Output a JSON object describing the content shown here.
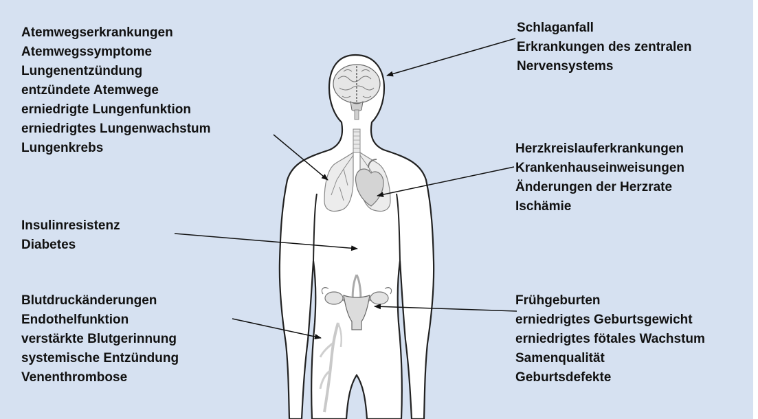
{
  "colors": {
    "background": "#d6e1f1",
    "body_fill": "#ffffff",
    "outline": "#222222",
    "organ_fill": "#e9e9e9",
    "organ_line": "#8a8a8a",
    "text": "#111111",
    "arrow": "#111111"
  },
  "label_groups": [
    {
      "id": "respiratory",
      "lines": [
        "Atemwegserkrankungen",
        "Atemwegssymptome",
        "Lungenentzündung",
        "entzündete Atemwege",
        "erniedrigte Lungenfunktion",
        "erniedrigtes Lungenwachstum",
        "Lungenkrebs"
      ]
    },
    {
      "id": "brain",
      "lines": [
        "Schlaganfall",
        "Erkrankungen des zentralen",
        "Nervensystems"
      ]
    },
    {
      "id": "heart",
      "lines": [
        "Herzkreislauferkrankungen",
        "Krankenhauseinweisungen",
        "Änderungen der Herzrate",
        "Ischämie"
      ]
    },
    {
      "id": "metabolic",
      "lines": [
        "Insulinresistenz",
        "Diabetes"
      ]
    },
    {
      "id": "vascular",
      "lines": [
        "Blutdruckänderungen",
        "Endothelfunktion",
        "verstärkte Blutgerinnung",
        "systemische Entzündung",
        "Venenthrombose"
      ]
    },
    {
      "id": "reproductive",
      "lines": [
        "Frühgeburten",
        "erniedrigtes Geburtsgewicht",
        "erniedrigtes fötales Wachstum",
        "Samenqualität",
        "Geburtsdefekte"
      ]
    }
  ],
  "icons": {
    "body": "human-silhouette",
    "brain": "brain-icon",
    "lungs": "lungs-icon",
    "heart": "heart-icon",
    "uterus": "uterus-icon",
    "veins": "leg-veins-icon"
  }
}
